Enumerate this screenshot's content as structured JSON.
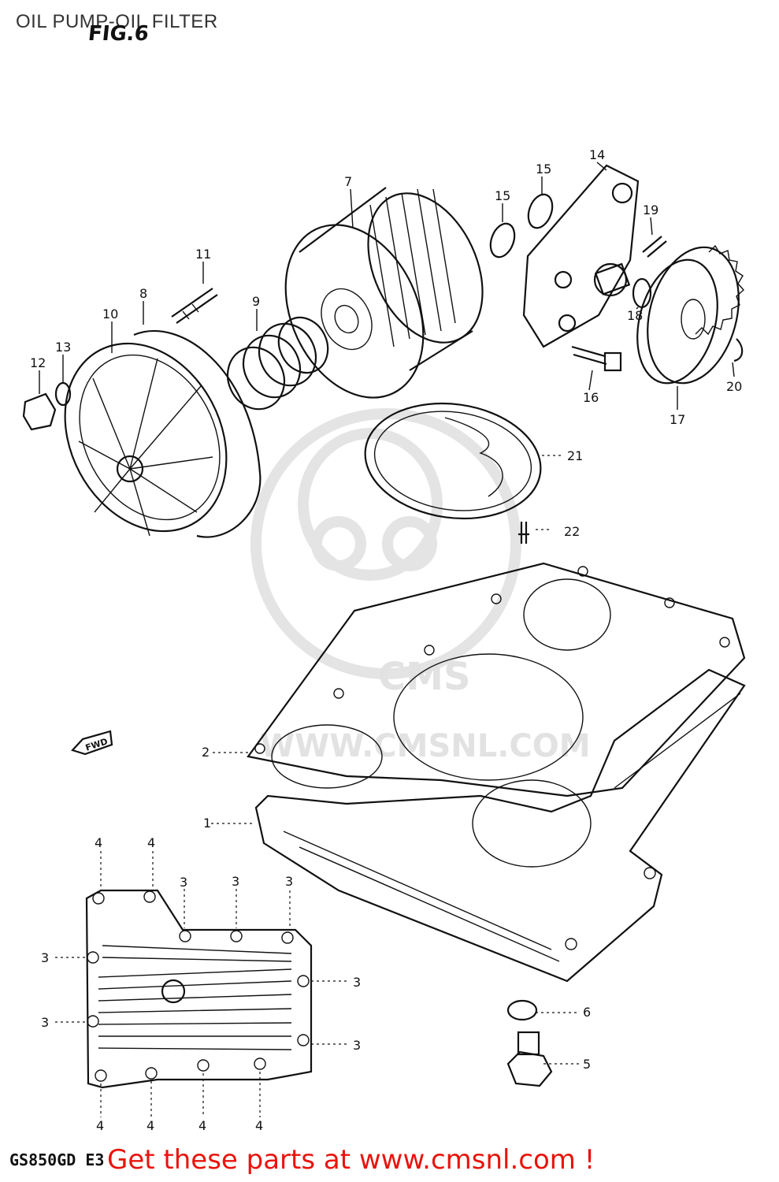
{
  "header": {
    "title": "OIL PUMP-OIL FILTER",
    "figure": "FIG.6"
  },
  "watermark": {
    "text": "WWW.CMSNL.COM",
    "logo_text": "CMS"
  },
  "callouts": {
    "c1": "1",
    "c2": "2",
    "c3a": "3",
    "c3b": "3",
    "c3c": "3",
    "c3d": "3",
    "c3e": "3",
    "c3f": "3",
    "c3g": "3",
    "c4a": "4",
    "c4b": "4",
    "c4c": "4",
    "c4d": "4",
    "c4e": "4",
    "c4f": "4",
    "c5": "5",
    "c6": "6",
    "c7": "7",
    "c8": "8",
    "c9": "9",
    "c10": "10",
    "c11": "11",
    "c12": "12",
    "c13": "13",
    "c14": "14",
    "c15a": "15",
    "c15b": "15",
    "c16": "16",
    "c17": "17",
    "c18": "18",
    "c19": "19",
    "c20": "20",
    "c21": "21",
    "c22": "22"
  },
  "direction_marker": "FWD",
  "footer": {
    "model_code": "GS850GD E3",
    "cta": "Get these parts at www.cmsnl.com !"
  },
  "colors": {
    "line": "#111111",
    "cta": "#e8140c",
    "watermark": "#e4e4e4"
  }
}
